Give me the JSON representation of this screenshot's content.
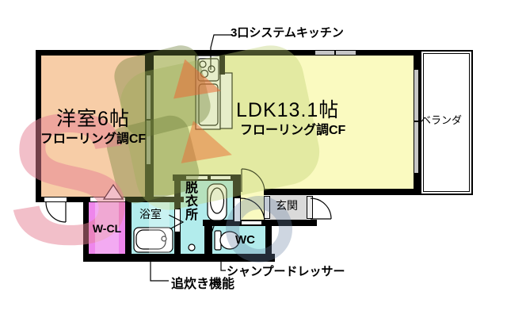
{
  "rooms": {
    "western": {
      "name": "洋室6帖",
      "floor": "フローリング調CF"
    },
    "ldk": {
      "name": "LDK13.1帖",
      "floor": "フローリング調CF"
    },
    "wcl": {
      "name": "W-CL"
    },
    "bath": {
      "name": "浴室"
    },
    "dressing": {
      "name": "脱\n衣\n所"
    },
    "toilet": {
      "name": "WC"
    },
    "entrance": {
      "name": "玄関"
    },
    "veranda": {
      "name": "ベランダ"
    }
  },
  "annotations": {
    "kitchen": "3口システムキッチン",
    "reheating": "追炊き機能",
    "shampoo": "シャンプードレッサー"
  },
  "colors": {
    "western_room": "#F7CDA7",
    "ldk": "#FAFAC0",
    "wet_rooms": "#B2ECEC",
    "walk_in_closet": "#EE86EC",
    "entrance_floor": "#DADADA",
    "wall": "#000000"
  }
}
